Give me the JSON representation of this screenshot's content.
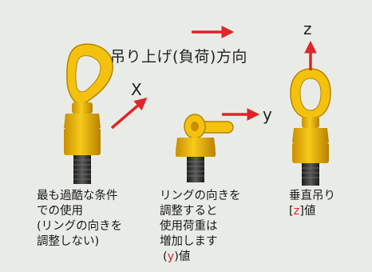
{
  "title": "吊り上げ(負荷)方向",
  "axes": {
    "x": "X",
    "y": "y",
    "z": "z"
  },
  "captions": {
    "left": [
      "最も過酷な条件",
      "での使用",
      "(リングの向きを",
      "調整しない)"
    ],
    "middle": [
      "リングの向きを",
      "調整すると",
      "使用荷重は",
      "増加します"
    ],
    "middle_value": {
      "open": "(",
      "var": "y",
      "close": ")値"
    },
    "right_line1": "垂直吊り",
    "right_value": {
      "open": "[",
      "var": "z",
      "close": "]値"
    }
  },
  "colors": {
    "background": "#e9ece6",
    "ring_yellow": "#f4c20d",
    "arrow_red": "#e0242a",
    "bolt_dark": "#3a3a3a"
  }
}
